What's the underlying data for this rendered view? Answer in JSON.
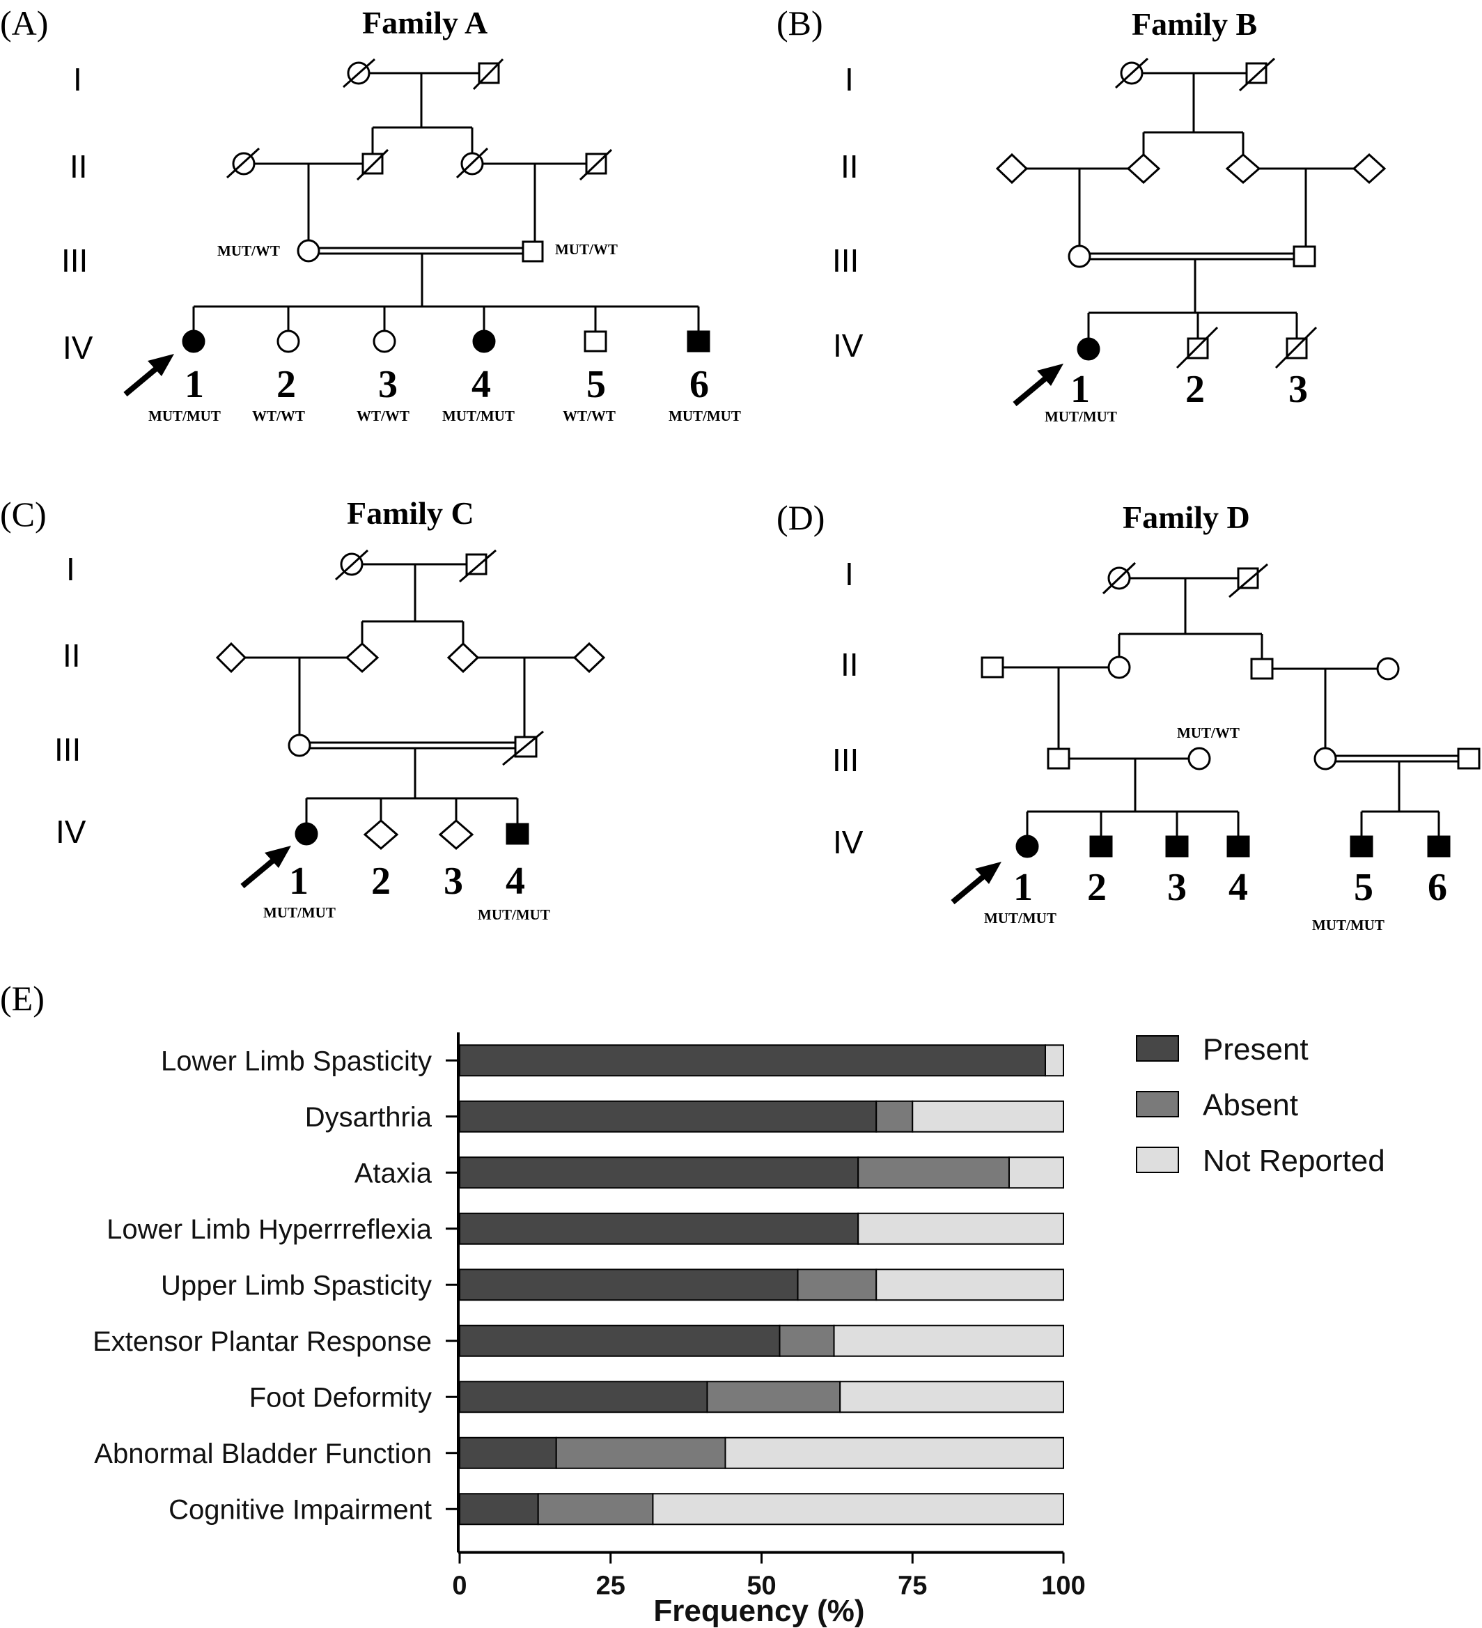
{
  "panels": [
    {
      "letter": "(A)",
      "title": "Family A"
    },
    {
      "letter": "(B)",
      "title": "Family B"
    },
    {
      "letter": "(C)",
      "title": "Family C"
    },
    {
      "letter": "(D)",
      "title": "Family D"
    },
    {
      "letter": "(E)"
    }
  ],
  "generations": [
    "I",
    "II",
    "III",
    "IV"
  ],
  "family_a": {
    "parent_genotypes": [
      "MUT/WT",
      "MUT/WT"
    ],
    "children": [
      {
        "num": "1",
        "genotype": "MUT/MUT",
        "sex": "female",
        "affected": true,
        "proband": true
      },
      {
        "num": "2",
        "genotype": "WT/WT",
        "sex": "female",
        "affected": false
      },
      {
        "num": "3",
        "genotype": "WT/WT",
        "sex": "female",
        "affected": false
      },
      {
        "num": "4",
        "genotype": "MUT/MUT",
        "sex": "female",
        "affected": true
      },
      {
        "num": "5",
        "genotype": "WT/WT",
        "sex": "male",
        "affected": false
      },
      {
        "num": "6",
        "genotype": "MUT/MUT",
        "sex": "male",
        "affected": true
      }
    ]
  },
  "family_b": {
    "children": [
      {
        "num": "1",
        "genotype": "MUT/MUT",
        "sex": "female",
        "affected": true,
        "proband": true
      },
      {
        "num": "2",
        "sex": "male",
        "affected": false,
        "deceased": true
      },
      {
        "num": "3",
        "sex": "male",
        "affected": false,
        "deceased": true
      }
    ]
  },
  "family_c": {
    "children": [
      {
        "num": "1",
        "genotype": "MUT/MUT",
        "sex": "female",
        "affected": true,
        "proband": true
      },
      {
        "num": "2",
        "sex": "unknown",
        "affected": false
      },
      {
        "num": "3",
        "sex": "unknown",
        "affected": false
      },
      {
        "num": "4",
        "genotype": "MUT/MUT",
        "sex": "male",
        "affected": true
      }
    ]
  },
  "family_d": {
    "mother_genotype": "MUT/WT",
    "children": [
      {
        "num": "1",
        "genotype": "MUT/MUT",
        "sex": "female",
        "affected": true,
        "proband": true
      },
      {
        "num": "2",
        "sex": "male",
        "affected": true
      },
      {
        "num": "3",
        "sex": "male",
        "affected": true
      },
      {
        "num": "4",
        "sex": "male",
        "affected": true
      },
      {
        "num": "5",
        "genotype": "MUT/MUT",
        "sex": "male",
        "affected": true
      },
      {
        "num": "6",
        "sex": "male",
        "affected": true
      }
    ]
  },
  "colors": {
    "present": "#474747",
    "absent": "#7a7a7a",
    "not_reported": "#dedede"
  },
  "chart_data": {
    "type": "bar",
    "orientation": "horizontal",
    "stacked": true,
    "categories": [
      "Lower Limb Spasticity",
      "Dysarthria",
      "Ataxia",
      "Lower Limb Hyperrreflexia",
      "Upper Limb Spasticity",
      "Extensor Plantar Response",
      "Foot Deformity",
      "Abnormal Bladder Function",
      "Cognitive Impairment"
    ],
    "series": [
      {
        "name": "Present",
        "values": [
          97,
          69,
          66,
          66,
          56,
          53,
          41,
          16,
          13
        ]
      },
      {
        "name": "Absent",
        "values": [
          0,
          6,
          25,
          0,
          13,
          9,
          22,
          28,
          19
        ]
      },
      {
        "name": "Not Reported",
        "values": [
          3,
          25,
          9,
          34,
          31,
          38,
          37,
          56,
          68
        ]
      }
    ],
    "xlabel": "Frequency (%)",
    "ylabel": "",
    "xlim": [
      0,
      100
    ],
    "xticks": [
      "0",
      "25",
      "50",
      "75",
      "100"
    ],
    "legend_position": "top-right",
    "grid": false
  }
}
